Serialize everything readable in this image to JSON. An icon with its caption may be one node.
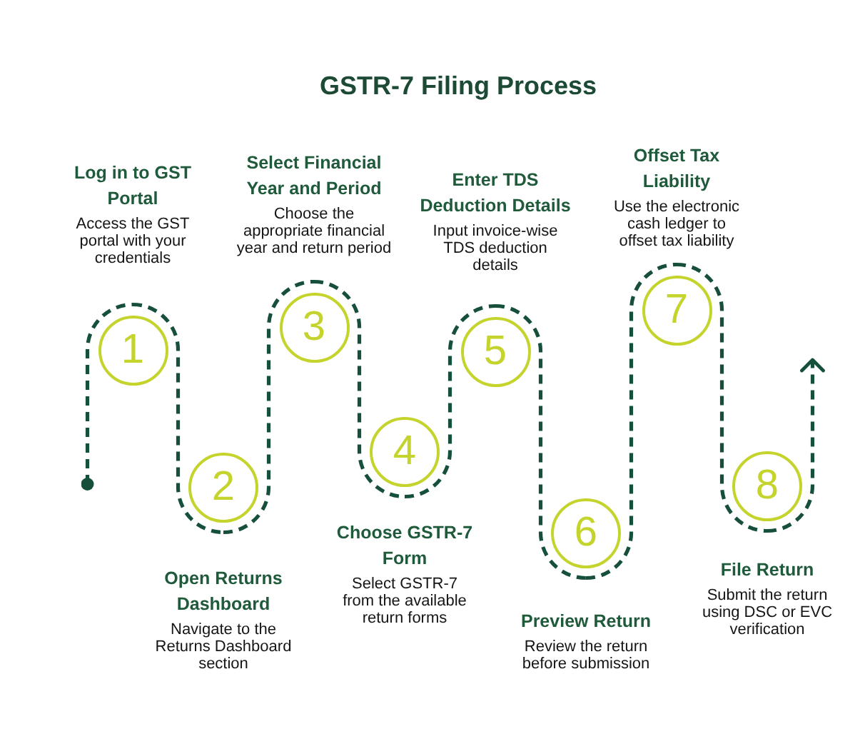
{
  "diagram": {
    "title": "GSTR-7 Filing Process",
    "nodes": [
      {
        "text": [
          "1"
        ],
        "beside": [
          "Log in to GST Portal",
          "Access the GST portal with your credentials"
        ]
      },
      {
        "text": [
          "2"
        ],
        "beside": [
          "Open Returns Dashboard",
          "Navigate to the Returns Dashboard section"
        ]
      },
      {
        "text": [
          "3"
        ],
        "beside": [
          "Select Financial Year and Period",
          "Choose the appropriate financial year and return period"
        ]
      },
      {
        "text": [
          "4"
        ],
        "beside": [
          "Choose GSTR-7 Form",
          "Select GSTR-7 from the available return forms"
        ]
      },
      {
        "text": [
          "5"
        ],
        "beside": [
          "Enter TDS Deduction Details",
          "Input invoice-wise TDS deduction details"
        ]
      },
      {
        "text": [
          "6"
        ],
        "beside": [
          "Preview Return",
          "Review the return before submission"
        ]
      },
      {
        "text": [
          "7"
        ],
        "beside": [
          "Offset Tax Liability",
          "Use the electronic cash ledger to offset tax liability"
        ]
      },
      {
        "text": [
          "8"
        ],
        "beside": [
          "File Return",
          "Submit the return using DSC or EVC verification"
        ]
      }
    ],
    "edges": [
      {
        "from": null,
        "to": 0,
        "arrow": "other",
        "style": "dashed"
      },
      {
        "from": 0,
        "to": 1,
        "arrow": "none",
        "style": "dashed"
      },
      {
        "from": 1,
        "to": 2,
        "arrow": "none",
        "style": "dashed"
      },
      {
        "from": 2,
        "to": 3,
        "arrow": "none",
        "style": "dashed"
      },
      {
        "from": 3,
        "to": 4,
        "arrow": "none",
        "style": "dashed"
      },
      {
        "from": 4,
        "to": 5,
        "arrow": "none",
        "style": "dashed"
      },
      {
        "from": 5,
        "to": 6,
        "arrow": "none",
        "style": "dashed"
      },
      {
        "from": 6,
        "to": 7,
        "arrow": "none",
        "style": "dashed"
      },
      {
        "from": 7,
        "to": null,
        "arrow": "to",
        "style": "dashed"
      }
    ]
  }
}
